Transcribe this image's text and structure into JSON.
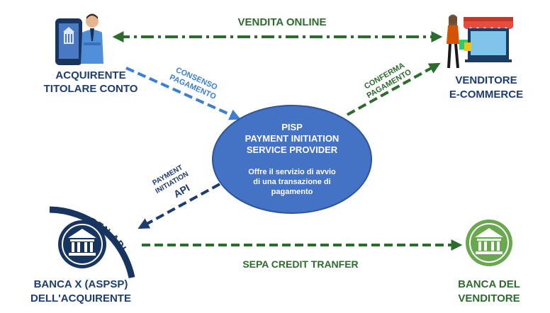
{
  "top_flow": {
    "label": "VENDITA ONLINE"
  },
  "buyer": {
    "line1": "ACQUIRENTE",
    "line2": "TITOLARE CONTO"
  },
  "seller": {
    "line1": "VENDITORE",
    "line2": "E-COMMERCE"
  },
  "consent_arrow": {
    "line1": "CONSENSO",
    "line2": "PAGAMENTO"
  },
  "confirm_arrow": {
    "line1": "CONFERMA",
    "line2": "PAGAMENTO"
  },
  "pisp": {
    "title1": "PISP",
    "title2": "PAYMENT INITIATION",
    "title3": "SERVICE PROVIDER",
    "desc1": "Offre il servizio di avvio",
    "desc2": "di  una transazione di",
    "desc3": "pagamento"
  },
  "api_arrow": {
    "line1": "PAYMENT",
    "line2": "INITIATION",
    "line3": "API"
  },
  "open_api": {
    "label": "OPEN API"
  },
  "bank_buyer": {
    "line1": "BANCA X (ASPSP)",
    "line2": "DELL'ACQUIRENTE"
  },
  "bank_seller": {
    "line1": "BANCA DEL",
    "line2": "VENDITORE"
  },
  "sepa_flow": {
    "label": "SEPA CREDIT TRANFER"
  },
  "colors": {
    "green": "#2e6b2f",
    "blue_dark": "#1f3c6e",
    "blue_light": "#3b7fd0",
    "ellipse": "#4472c4",
    "bank_green": "#6aa84f"
  },
  "icons": [
    "smartphone-bank-icon",
    "businessman-icon",
    "shopper-icon",
    "storefront-icon",
    "bank-building-icon"
  ]
}
